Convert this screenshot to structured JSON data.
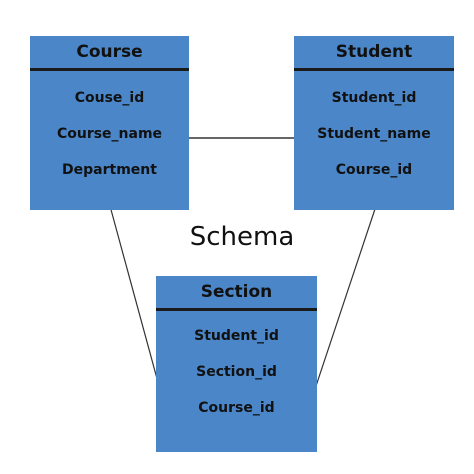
{
  "title": "Schema",
  "entities": {
    "course": {
      "name": "Course",
      "attributes": [
        "Couse_id",
        "Course_name",
        "Department"
      ]
    },
    "student": {
      "name": "Student",
      "attributes": [
        "Student_id",
        "Student_name",
        "Course_id"
      ]
    },
    "section": {
      "name": "Section",
      "attributes": [
        "Student_id",
        "Section_id",
        "Course_id"
      ]
    }
  },
  "colors": {
    "entity_fill": "#4a86c8",
    "text": "#111111",
    "line": "#333333"
  }
}
